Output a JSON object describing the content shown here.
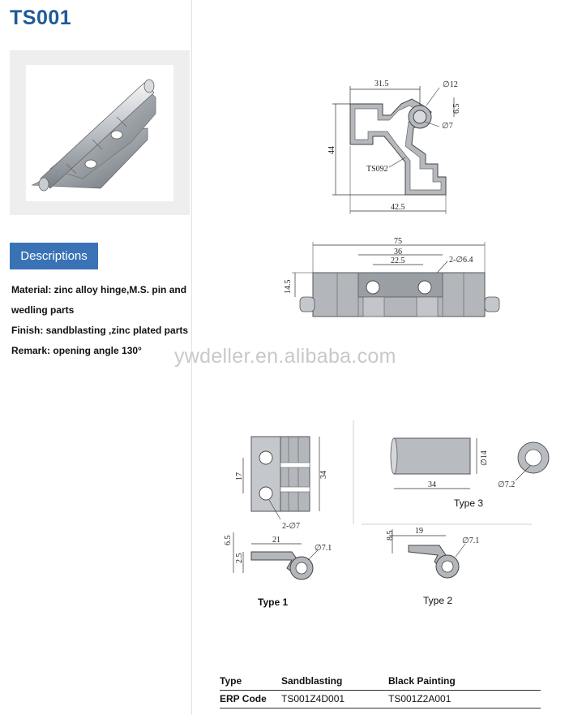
{
  "title": "TS001",
  "descriptions_button": "Descriptions",
  "specs": {
    "line1": "Material: zinc alloy hinge,M.S. pin and",
    "line2": "wedling parts",
    "line3": "Finish: sandblasting ,zinc plated parts",
    "line4": "Remark: opening angle 130°"
  },
  "watermark": "ywdeller.en.alibaba.com",
  "drawing_top": {
    "dim_width": "31.5",
    "dim_bore": "∅12",
    "dim_pin": "∅7",
    "dim_offset": "6.5",
    "dim_height": "44",
    "dim_base": "42.5",
    "part_ref": "TS092"
  },
  "drawing_front": {
    "dim_total": "75",
    "dim_inner": "36",
    "dim_mid": "22.5",
    "dim_holes": "2-∅6.4",
    "dim_height": "14.5"
  },
  "drawing_type1": {
    "dim_17": "17",
    "dim_34": "34",
    "dim_holes": "2-∅7",
    "dim_6_5": "6.5",
    "dim_2_5": "2.5",
    "dim_21": "21",
    "dim_pin": "∅7.1",
    "label": "Type 1"
  },
  "drawing_type2": {
    "dim_8_5": "8.5",
    "dim_19": "19",
    "dim_pin": "∅7.1",
    "label": "Type 2"
  },
  "drawing_type3": {
    "dim_14": "∅14",
    "dim_34": "34",
    "dim_pin": "∅7.2",
    "label": "Type 3"
  },
  "table": {
    "headers": [
      "Type",
      "Sandblasting",
      "Black Painting"
    ],
    "row": [
      "ERP Code",
      "TS001Z4D001",
      "TS001Z2A001"
    ]
  },
  "colors": {
    "title": "#1f5a96",
    "button": "#3a73b5",
    "metal": "#a9adb3"
  }
}
